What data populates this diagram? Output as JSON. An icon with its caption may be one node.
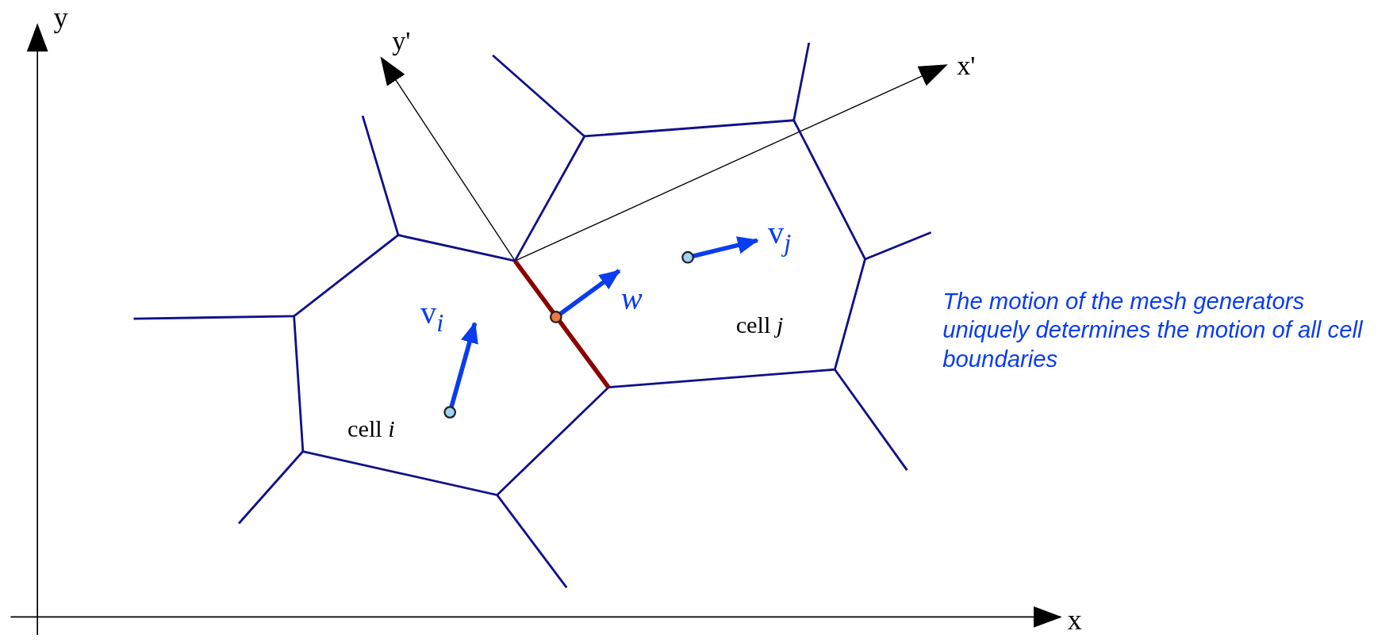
{
  "diagram": {
    "labels": [
      "y",
      "y'",
      "x'",
      "v$_{j}$",
      "v$_{i}$",
      "w",
      "cell *j*",
      "cell *i*",
      "The motion of the mesh generators uniquely determines the motion of all cell boundaries",
      "x"
    ]
  }
}
